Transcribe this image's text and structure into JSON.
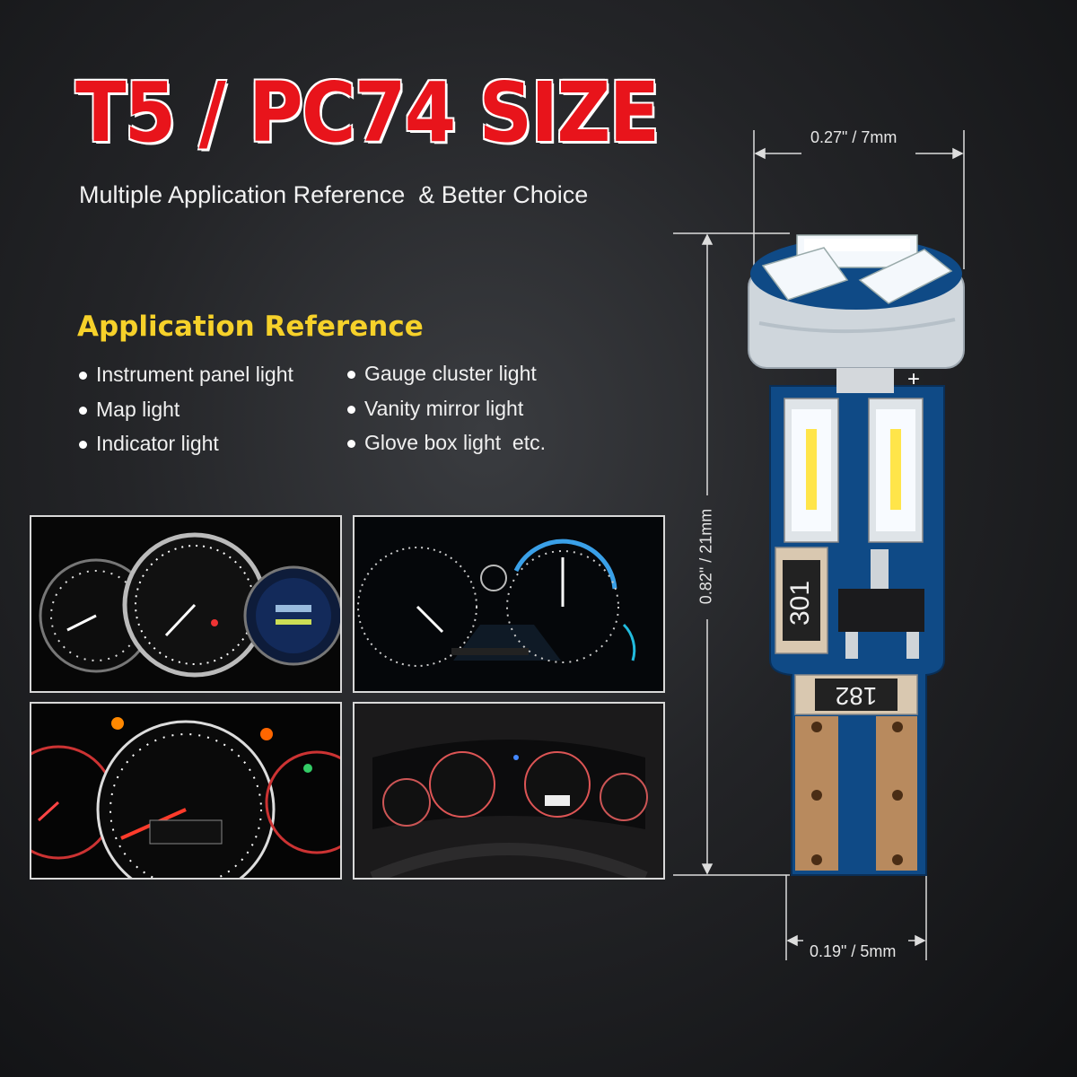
{
  "title": "T5 / PC74 SIZE",
  "subtitle": "Multiple Application Reference  & Better Choice",
  "application": {
    "heading": "Application Reference",
    "col1": [
      "Instrument panel light",
      "Map light",
      "Indicator light"
    ],
    "col2": [
      "Gauge cluster light",
      "Vanity mirror light",
      "Glove box light  etc."
    ]
  },
  "dimensions": {
    "width": "0.27\" / 7mm",
    "height": "0.82\" / 21mm",
    "base": "0.19\" / 5mm"
  },
  "bulb": {
    "plus": "+",
    "resistor1": "301",
    "resistor2": "182"
  },
  "colors": {
    "title": "#e8141b",
    "heading": "#f6d12a",
    "pcb": "#0f4a86"
  }
}
